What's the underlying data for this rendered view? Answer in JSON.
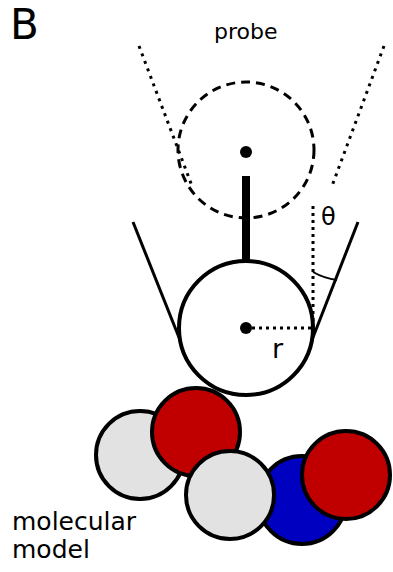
{
  "diagram": {
    "labels": [
      "B",
      "probe",
      "θ",
      "r",
      "molecular model"
    ]
  }
}
